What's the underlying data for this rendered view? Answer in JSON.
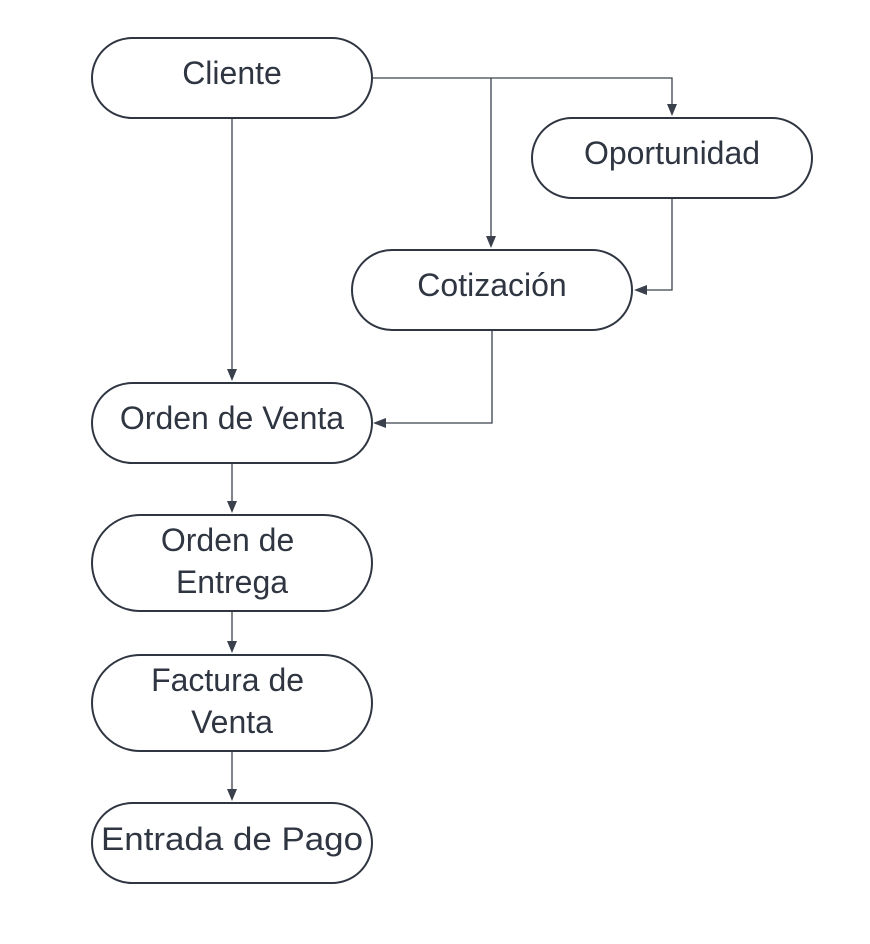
{
  "diagram": {
    "colors": {
      "node_border": "#2f3642",
      "node_fill": "#ffffff",
      "text": "#2f3642",
      "edge": "#3a404c",
      "background": "#ffffff"
    },
    "nodes": {
      "cliente": {
        "lines": [
          "Cliente"
        ]
      },
      "oportunidad": {
        "lines": [
          "Oportunidad"
        ]
      },
      "cotizacion": {
        "lines": [
          "Cotización"
        ]
      },
      "orden_venta": {
        "lines": [
          "Orden de Venta"
        ]
      },
      "orden_entrega": {
        "lines": [
          "Orden de",
          "Entrega"
        ]
      },
      "factura_venta": {
        "lines": [
          "Factura de",
          "Venta"
        ]
      },
      "entrada_pago": {
        "lines": [
          "Entrada de Pago"
        ]
      }
    },
    "edges": [
      {
        "from": "cliente",
        "to": "oportunidad"
      },
      {
        "from": "cliente",
        "to": "cotizacion"
      },
      {
        "from": "cliente",
        "to": "orden_venta"
      },
      {
        "from": "oportunidad",
        "to": "cotizacion"
      },
      {
        "from": "cotizacion",
        "to": "orden_venta"
      },
      {
        "from": "orden_venta",
        "to": "orden_entrega"
      },
      {
        "from": "orden_entrega",
        "to": "factura_venta"
      },
      {
        "from": "factura_venta",
        "to": "entrada_pago"
      }
    ]
  }
}
